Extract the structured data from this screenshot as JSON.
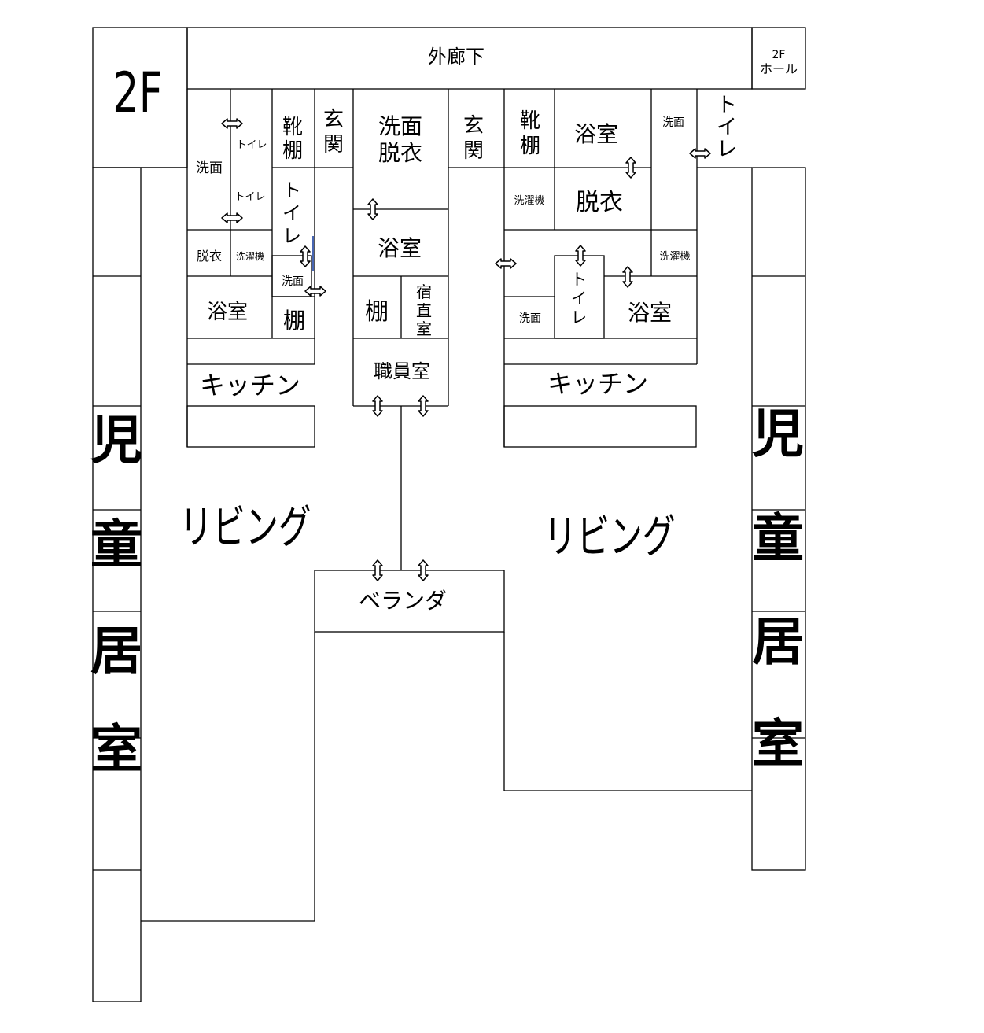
{
  "floor_label": "2F",
  "corridor": "外廊下",
  "hall": {
    "line1": "2F",
    "line2": "ホール"
  },
  "children_room": [
    "児",
    "童",
    "居",
    "室"
  ],
  "left_unit": {
    "wash_1": "洗面",
    "toilet_1": "トイレ",
    "toilet_2": "トイレ",
    "undress": "脱衣",
    "washer": "洗濯機",
    "bath": "浴室",
    "shoe_shelf": [
      "靴",
      "棚"
    ],
    "entrance": [
      "玄",
      "関"
    ],
    "toilet_3": [
      "ト",
      "イ",
      "レ"
    ],
    "wash_2": "洗面",
    "shelf": "棚",
    "kitchen": "キッチン",
    "living": "リビング"
  },
  "center": {
    "wash_undress": [
      "洗面",
      "脱衣"
    ],
    "bath": "浴室",
    "shelf": "棚",
    "night_duty": [
      "宿",
      "直",
      "室"
    ],
    "staff": "職員室",
    "veranda": "ベランダ"
  },
  "right_unit": {
    "entrance": [
      "玄",
      "関"
    ],
    "shoe_shelf": [
      "靴",
      "棚"
    ],
    "bath_1": "浴室",
    "wash_1": "洗面",
    "toilet_1": [
      "ト",
      "イ",
      "レ"
    ],
    "washer_1": "洗濯機",
    "undress": "脱衣",
    "washer_2": "洗濯機",
    "toilet_2": [
      "ト",
      "イ",
      "レ"
    ],
    "wash_2": "洗面",
    "bath_2": "浴室",
    "kitchen": "キッチン",
    "living": "リビング"
  }
}
